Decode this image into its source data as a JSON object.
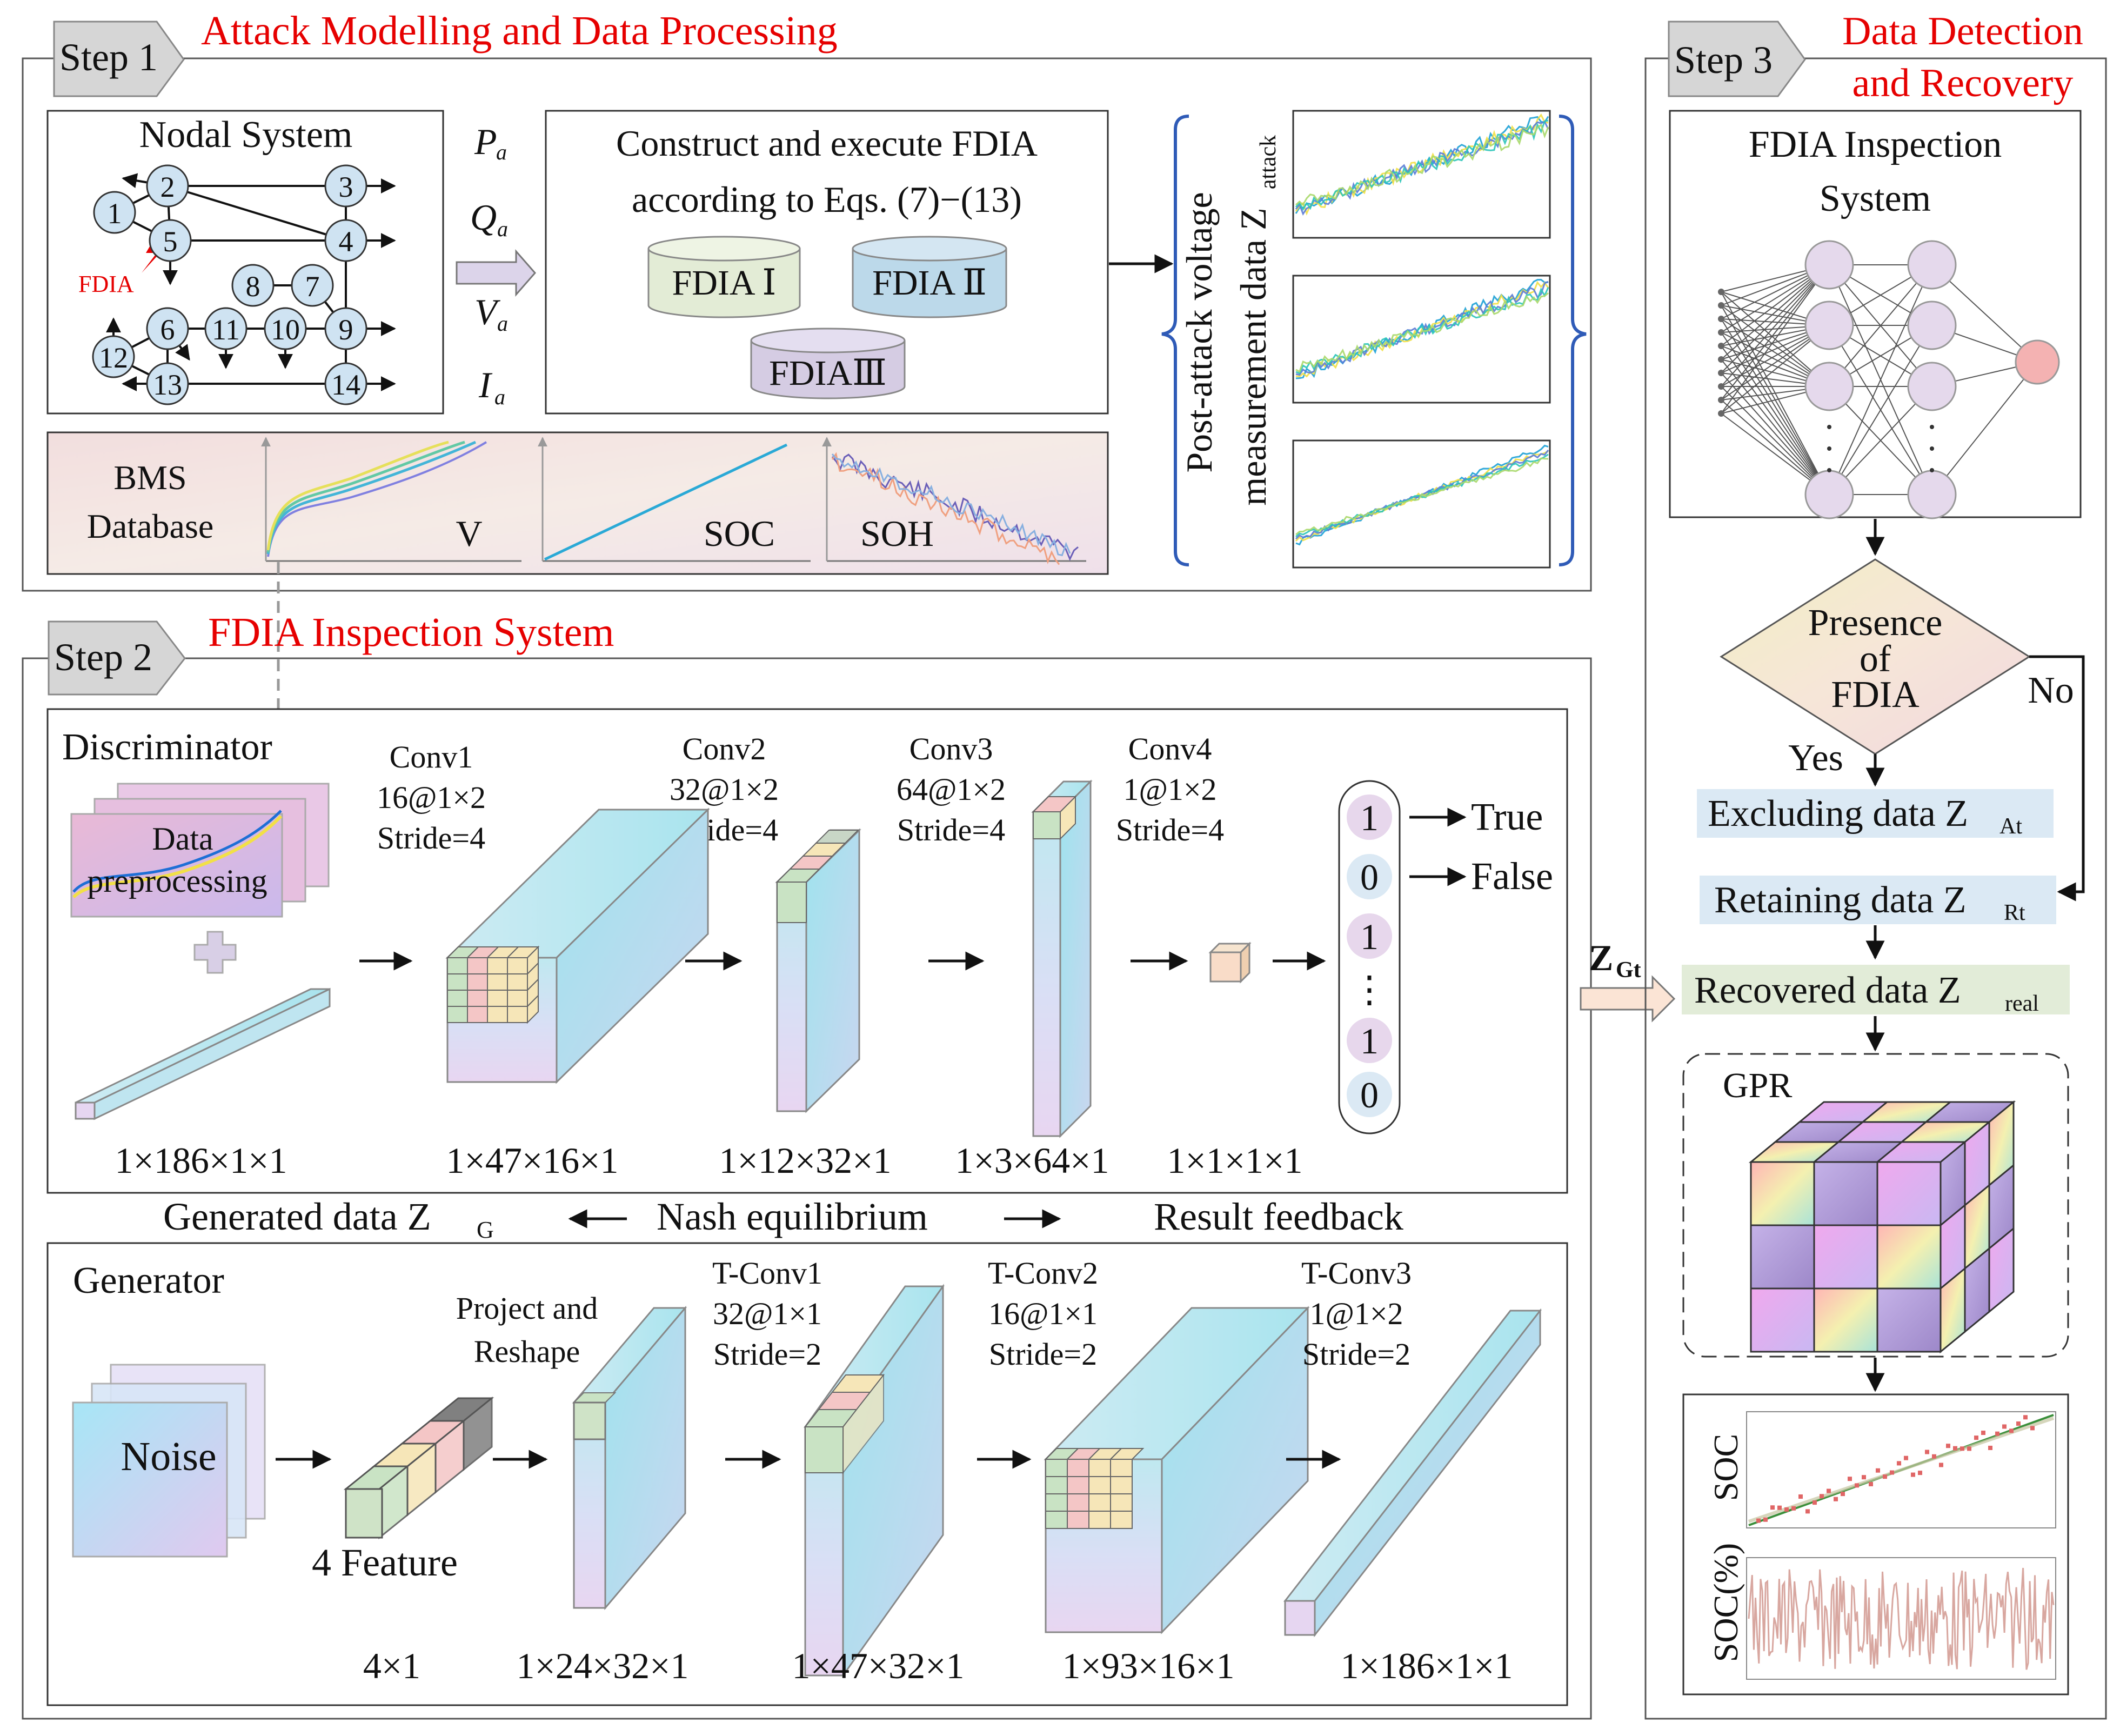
{
  "step1": {
    "badge": "Step 1",
    "title": "Attack Modelling and Data Processing",
    "nodal_title": "Nodal System",
    "nodes": [
      "1",
      "2",
      "3",
      "4",
      "5",
      "6",
      "7",
      "8",
      "9",
      "10",
      "11",
      "12",
      "13",
      "14"
    ],
    "fdia_tag": "FDIA",
    "params": [
      "P",
      "Q",
      "V",
      "I"
    ],
    "param_sub": "a",
    "construct_line1": "Construct and execute FDIA",
    "construct_line2": "according to Eqs. (7)−(13)",
    "fdia_types": [
      "FDIA Ⅰ",
      "FDIA Ⅱ",
      "FDIAⅢ"
    ],
    "bms_line1": "BMS",
    "bms_line2": "Database",
    "bms_plots": [
      "V",
      "SOC",
      "SOH"
    ],
    "post_line1": "Post-attack voltage",
    "post_line2": "measurement data Z",
    "post_sub": "attack"
  },
  "step2": {
    "badge": "Step 2",
    "title": "FDIA Inspection System",
    "discriminator": {
      "title": "Discriminator",
      "data_pre_line1": "Data",
      "data_pre_line2": "preprocessing",
      "layers": [
        {
          "name": "Conv1",
          "filters": "16@1×2",
          "stride": "Stride=4"
        },
        {
          "name": "Conv2",
          "filters": "32@1×2",
          "stride": "Stride=4"
        },
        {
          "name": "Conv3",
          "filters": "64@1×2",
          "stride": "Stride=4"
        },
        {
          "name": "Conv4",
          "filters": "1@1×2",
          "stride": "Stride=4"
        }
      ],
      "dims": [
        "1×186×1×1",
        "1×47×16×1",
        "1×12×32×1",
        "1×3×64×1",
        "1×1×1×1"
      ],
      "outputs": [
        "1",
        "0",
        "1",
        "⋮",
        "1",
        "0"
      ],
      "true_label": "True",
      "false_label": "False"
    },
    "middle": {
      "generated": "Generated data Z",
      "generated_sub": "G",
      "nash": "Nash equilibrium",
      "feedback": "Result feedback"
    },
    "generator": {
      "title": "Generator",
      "noise": "Noise",
      "feature": "4 Feature",
      "project_line1": "Project and",
      "project_line2": "Reshape",
      "layers": [
        {
          "name": "T-Conv1",
          "filters": "32@1×1",
          "stride": "Stride=2"
        },
        {
          "name": "T-Conv2",
          "filters": "16@1×1",
          "stride": "Stride=2"
        },
        {
          "name": "T-Conv3",
          "filters": "1@1×2",
          "stride": "Stride=2"
        }
      ],
      "dims": [
        "4×1",
        "1×24×32×1",
        "1×47×32×1",
        "1×93×16×1",
        "1×186×1×1"
      ]
    },
    "zgt": "Z",
    "zgt_sub": "Gt"
  },
  "step3": {
    "badge": "Step 3",
    "title_line1": "Data Detection",
    "title_line2": "and Recovery",
    "inspection_line1": "FDIA Inspection",
    "inspection_line2": "System",
    "decision_line1": "Presence",
    "decision_line2": "of",
    "decision_line3": "FDIA",
    "yes": "Yes",
    "no": "No",
    "excluding": "Excluding data Z",
    "excluding_sub": "At",
    "retaining": "Retaining data Z",
    "retaining_sub": "Rt",
    "recovered": "Recovered data Z",
    "recovered_sub": "real",
    "gpr": "GPR",
    "soc_label": "SOC",
    "socpct_label": "SOC(%)"
  },
  "colors": {
    "step_title": "#e60000",
    "zgt": "#f07800",
    "box_border": "#333333"
  }
}
